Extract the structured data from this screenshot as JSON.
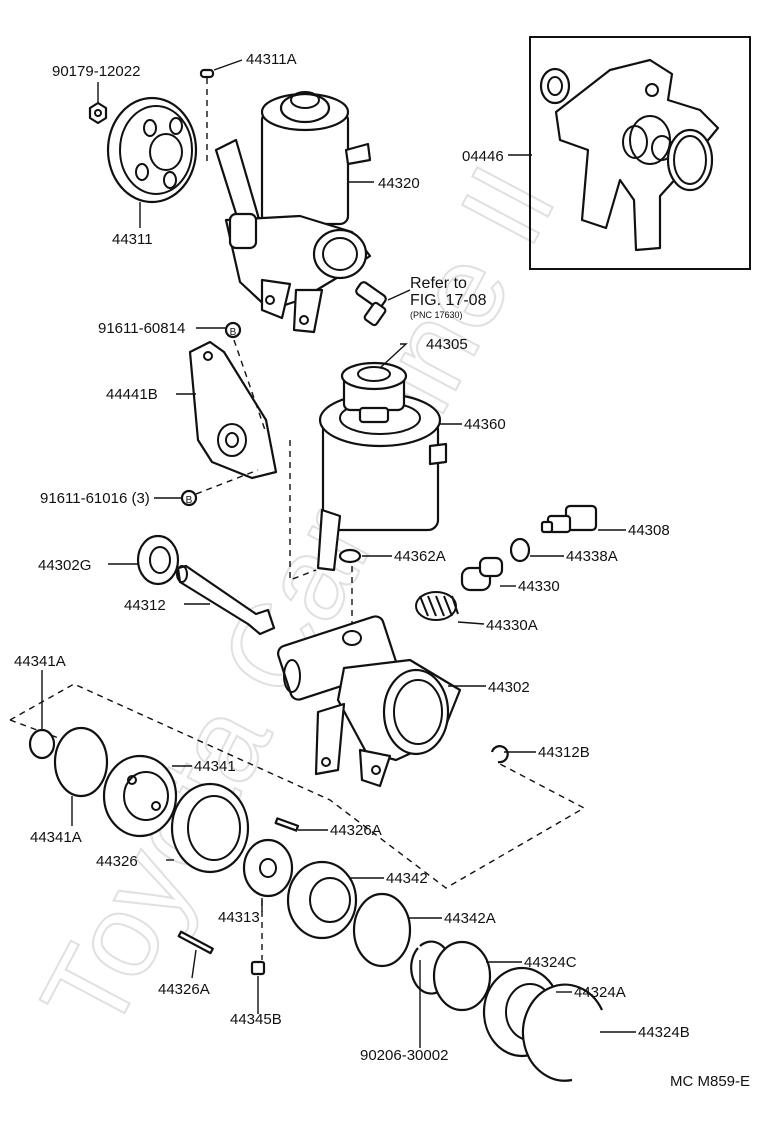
{
  "watermark": "Toyota Car Mine Il",
  "labels": {
    "p90179": "90179-12022",
    "p44311A": "44311A",
    "p44311": "44311",
    "p44320": "44320",
    "p04446": "04446",
    "refer_line1": "Refer to",
    "refer_line2": "FIG. 17-08",
    "refer_pnc": "(PNC 17630)",
    "p91611_60814": "91611-60814",
    "p44441B": "44441B",
    "p91611_61016": "91611-61016 (3)",
    "p44305": "44305",
    "p44360": "44360",
    "p44308": "44308",
    "p44338A": "44338A",
    "p44302G": "44302G",
    "p44362A": "44362A",
    "p44330": "44330",
    "p44312": "44312",
    "p44330A": "44330A",
    "p44341A_top": "44341A",
    "p44302": "44302",
    "p44341": "44341",
    "p44312B": "44312B",
    "p44341A_bottom": "44341A",
    "p44326A_top": "44326A",
    "p44326": "44326",
    "p44342": "44342",
    "p44313": "44313",
    "p44342A": "44342A",
    "p44324C": "44324C",
    "p44326A_bottom": "44326A",
    "p44324A": "44324A",
    "p44345B": "44345B",
    "p44324B": "44324B",
    "p90206": "90206-30002",
    "footer_code": "MC M859-E"
  },
  "markers": {
    "B1": "B",
    "B2": "B"
  }
}
